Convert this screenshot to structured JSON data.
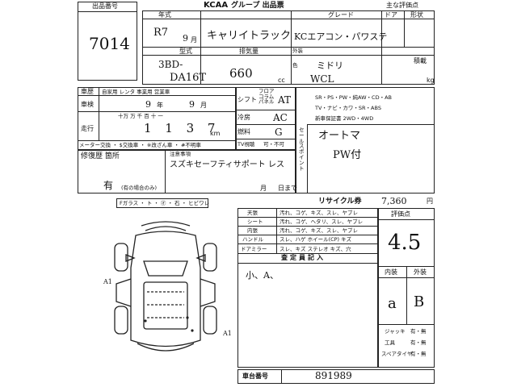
{
  "header": {
    "lot_label": "出品番号",
    "lot_number": "7014",
    "brand": "KCAA",
    "title": "グループ 出品票",
    "main_rating_label": "主な評価点"
  },
  "row1": {
    "year_label": "年式",
    "grade_label": "グレード",
    "door_label": "ドア",
    "shape_label": "形状",
    "year_value_era": "R7",
    "year_value_month": "9",
    "year_month_unit": "月",
    "car_name": "キャリイトラック",
    "grade_value": "KCエアコン・パワステ"
  },
  "row2": {
    "model_label": "型式",
    "displacement_label": "排気量",
    "color_label_1": "外装",
    "color_label_2": "色",
    "model_line1": "3BD-",
    "model_line2": "DA16T",
    "displacement_value": "660",
    "displacement_unit": "cc",
    "color_value_1": "ミドリ",
    "color_value_2": "WCL",
    "load_label": "積載",
    "load_unit": "kg"
  },
  "row3": {
    "car_label": "車歴",
    "owner_types": "自家用 レンタ 事業用 営業車",
    "inspection_label": "車検",
    "inspection_year": "9",
    "inspection_year_unit": "年",
    "inspection_month": "9",
    "inspection_month_unit": "月",
    "mileage_label": "走行",
    "mileage_digits": "1 1 3 7",
    "mileage_unit": "km",
    "digit_headers": "十万 万 千 百 十 一",
    "meter_note": "メーター交換 ・ $交換車 ・ ※改ざん車 ・ #不明車"
  },
  "center": {
    "shift_label": "シフト",
    "shift_sub": "フロア コラム パネル",
    "shift_value": "AT",
    "ac_label": "冷房",
    "ac_value": "AC",
    "fuel_label": "燃料",
    "fuel_value": "G",
    "tv_label": "TV視聴",
    "tv_value": "可・不可",
    "sales_label": "セールスポイント",
    "equipment_line1": "SR・PS・PW・純AW・CD・AB",
    "equipment_line2": "TV・ナビ・カワ・SR・ABS",
    "equipment_line3": "新車保証書 2WD・4WD",
    "sales_text1": "オートマ",
    "sales_text2": "PW付"
  },
  "repair": {
    "label": "修復歴 箇所",
    "value": "有",
    "note_small": "(有の場合のみ)",
    "notes_label": "注意事項",
    "notes_value": "スズキセーフティサポート レス",
    "month_label": "月",
    "day_label": "日まで"
  },
  "recycle": {
    "label": "リサイクル券",
    "value": "7,360",
    "unit": "円"
  },
  "damage": {
    "legend": "Fガラス ・ ト ・ ㋔ ・ 石 ・ ヒビワレ",
    "mark_a1_left": "A1",
    "mark_a1_right": "A1"
  },
  "condition_table": {
    "rows": [
      {
        "label": "天張",
        "text": "汚れ、コゲ、キズ、スレ、ヤブレ"
      },
      {
        "label": "シート",
        "text": "汚れ、コゲ、ヘタリ、スレ、ヤブレ"
      },
      {
        "label": "内張",
        "text": "汚れ、コゲ、キズ、スレ、ヤブレ"
      },
      {
        "label": "ハンドル",
        "text": "スレ、ハゲ  ホイール(CP)  キズ"
      },
      {
        "label": "ドアミラー",
        "text": "スレ、キズ  ステレオ  キズ、穴"
      }
    ],
    "inspector_label": "査定員記入",
    "inspector_value": "小、A、"
  },
  "rating": {
    "label": "評価点",
    "value": "4.5",
    "interior_label": "内装",
    "exterior_label": "外装",
    "interior_value": "a",
    "exterior_value": "B",
    "jack_label": "ジャッキ",
    "jack_value": "有・無",
    "tools_label": "工具",
    "tools_value": "有・無",
    "spare_label": "スペアタイヤ",
    "spare_value": "有・無"
  },
  "chassis": {
    "label": "車台番号",
    "value": "891989"
  }
}
